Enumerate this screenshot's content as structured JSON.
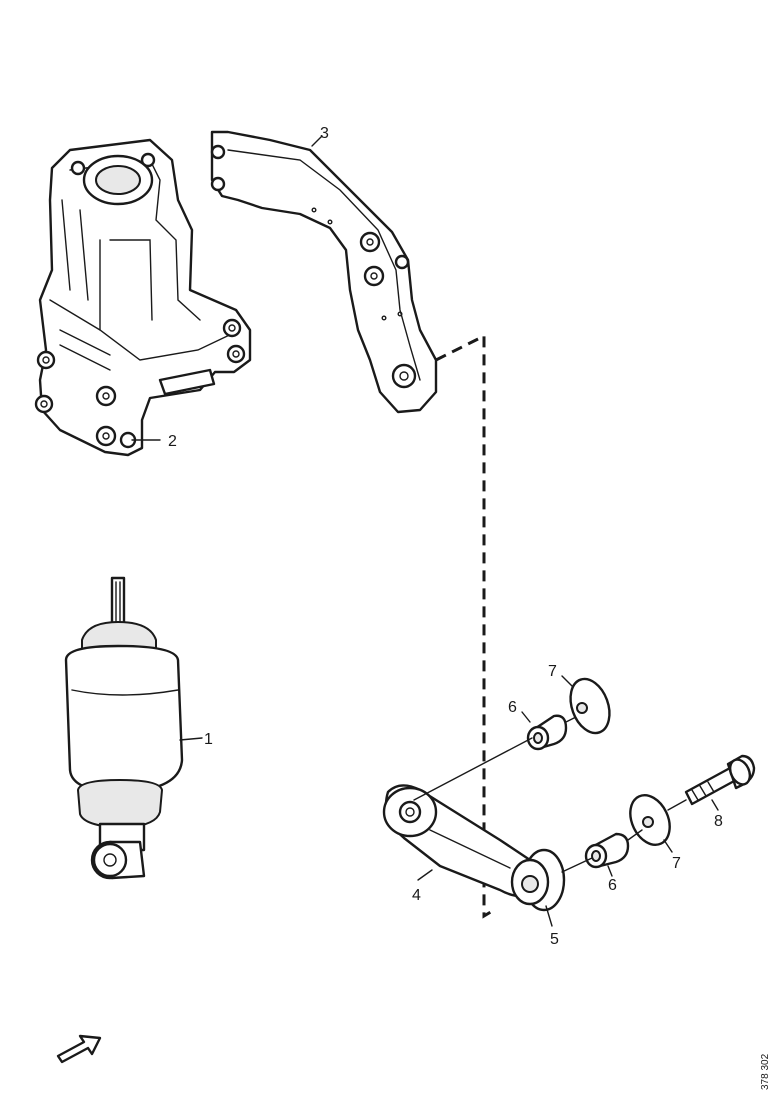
{
  "callouts": [
    {
      "id": "c1",
      "text": "1"
    },
    {
      "id": "c2",
      "text": "2"
    },
    {
      "id": "c3",
      "text": "3"
    },
    {
      "id": "c4",
      "text": "4"
    },
    {
      "id": "c5",
      "text": "5"
    },
    {
      "id": "c6a",
      "text": "6"
    },
    {
      "id": "c6b",
      "text": "6"
    },
    {
      "id": "c7a",
      "text": "7"
    },
    {
      "id": "c7b",
      "text": "7"
    },
    {
      "id": "c8",
      "text": "8"
    }
  ],
  "reference_code": "378 302",
  "direction_arrow": "forward-arrow-icon"
}
